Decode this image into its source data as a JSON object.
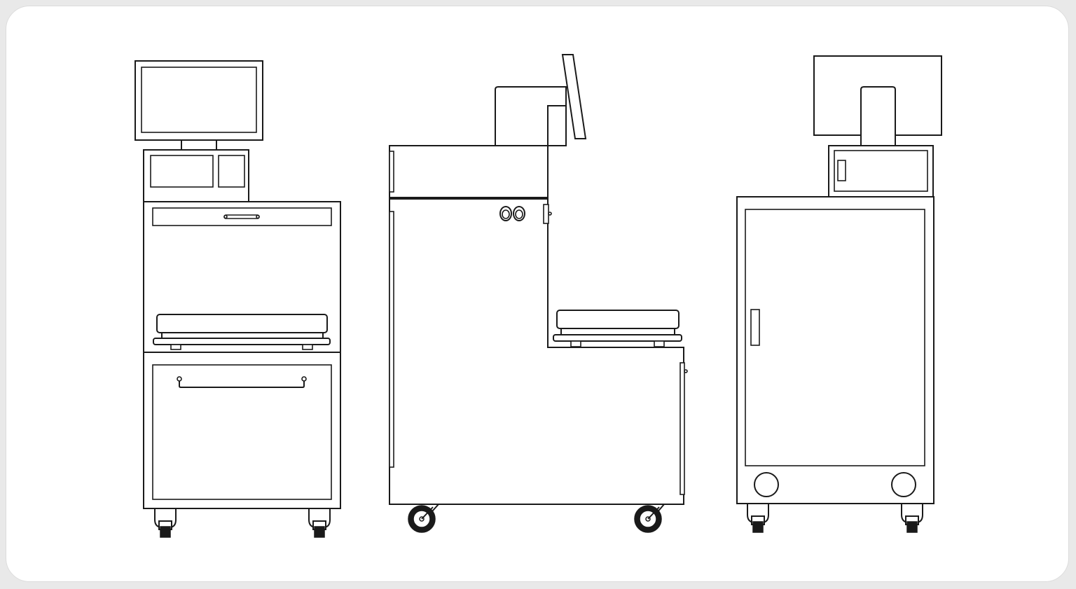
{
  "figure": {
    "views": [
      "front-view",
      "side-view",
      "back-view"
    ],
    "colors": {
      "background": "#e9e9e9",
      "card": "#ffffff",
      "line": "#1a1a1a"
    },
    "text": []
  }
}
